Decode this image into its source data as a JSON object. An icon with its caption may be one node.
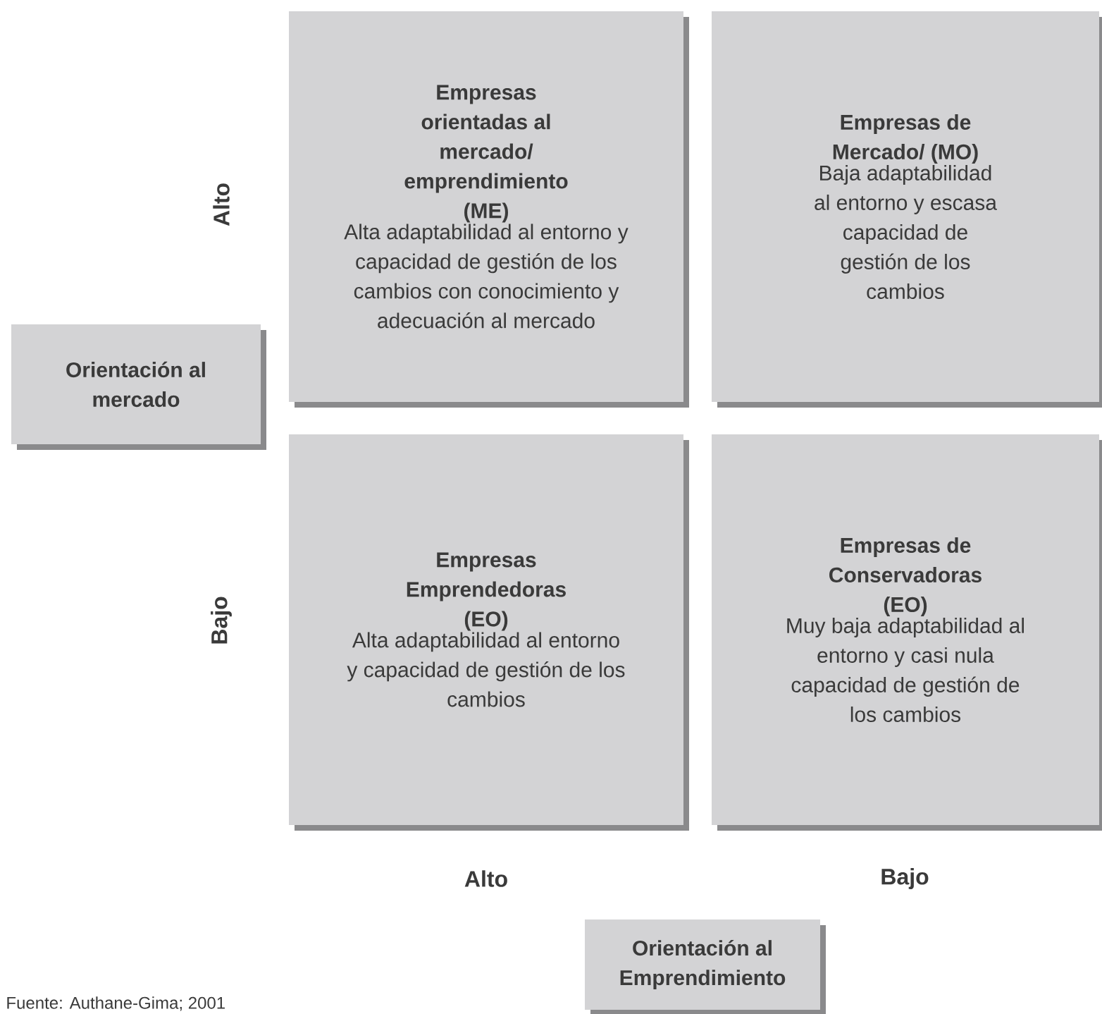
{
  "diagram": {
    "caption": "Fuente: Authane-Gima; 2001",
    "nodes": [
      {
        "text": [
          "Empresas orientadas al mercado/ emprendimiento (ME)",
          "Alta adaptabilidad al entorno y capacidad de gestión de los cambios con conocimiento y adecuación al mercado"
        ]
      },
      {
        "text": [
          "Empresas de Mercado/ (MO)",
          "Baja adaptabilidad al entorno y escasa capacidad de gestión de los cambios"
        ]
      },
      {
        "text": [
          "Orientación al mercado"
        ]
      },
      {
        "text": [
          "Empresas Emprendedoras (EO)",
          "Alta adaptabilidad al entorno y capacidad de gestión de los cambios"
        ]
      },
      {
        "text": [
          "Empresas de Conservadoras (EO)",
          "Muy baja adaptabilidad al entorno y casi nula capacidad de gestión de los cambios"
        ]
      },
      {
        "text": [
          "Orientación al Emprendimiento"
        ]
      }
    ],
    "labels": [
      "Alto",
      "Bajo",
      "Alto",
      "Bajo"
    ]
  }
}
